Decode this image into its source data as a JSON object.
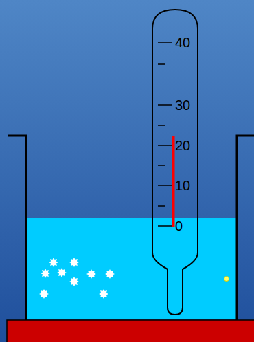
{
  "diagram": {
    "labels": [
      "40",
      "30",
      "20",
      "10",
      "0"
    ]
  }
}
